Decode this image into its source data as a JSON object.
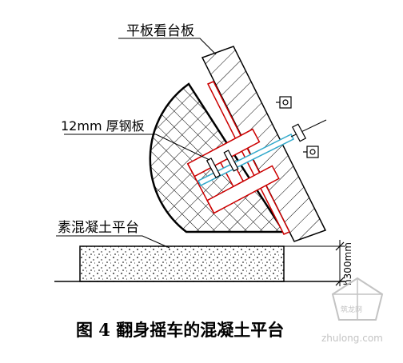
{
  "labels": {
    "board": "平板看台板",
    "steel_plate": "12mm 厚钢板",
    "concrete_platform": "素混凝土平台",
    "height_dim": "h300mm"
  },
  "caption": "图 4  翻身摇车的混凝土平台",
  "watermark": {
    "logo_text": "筑龙网",
    "site": "zhulong.com"
  },
  "colors": {
    "line": "#000000",
    "steel": "#cc0000",
    "rod": "#33aacc",
    "watermark": "#b9b9b9"
  }
}
